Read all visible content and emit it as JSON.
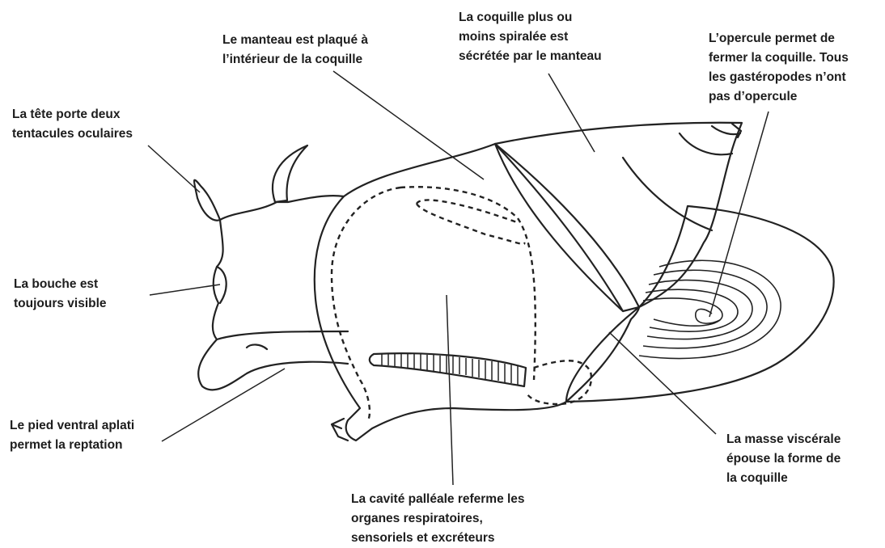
{
  "labels": {
    "tete": [
      "La tête porte deux",
      "tentacules oculaires"
    ],
    "manteau": [
      "Le manteau est plaqué à",
      "l’intérieur de la coquille"
    ],
    "coquille": [
      "La coquille plus ou",
      "moins spiralée est",
      "sécrétée par le manteau"
    ],
    "opercule": [
      "L’opercule permet de",
      "fermer la coquille. Tous",
      "les gastéropodes n’ont",
      "pas d’opercule"
    ],
    "bouche": [
      "La bouche est",
      "toujours visible"
    ],
    "pied": [
      "Le pied ventral aplati",
      "permet la reptation"
    ],
    "masse": [
      "La masse viscérale",
      "épouse la forme de",
      "la coquille"
    ],
    "cavite": [
      "La cavité palléale referme les",
      "organes respiratoires,",
      "sensoriels et excréteurs"
    ]
  }
}
